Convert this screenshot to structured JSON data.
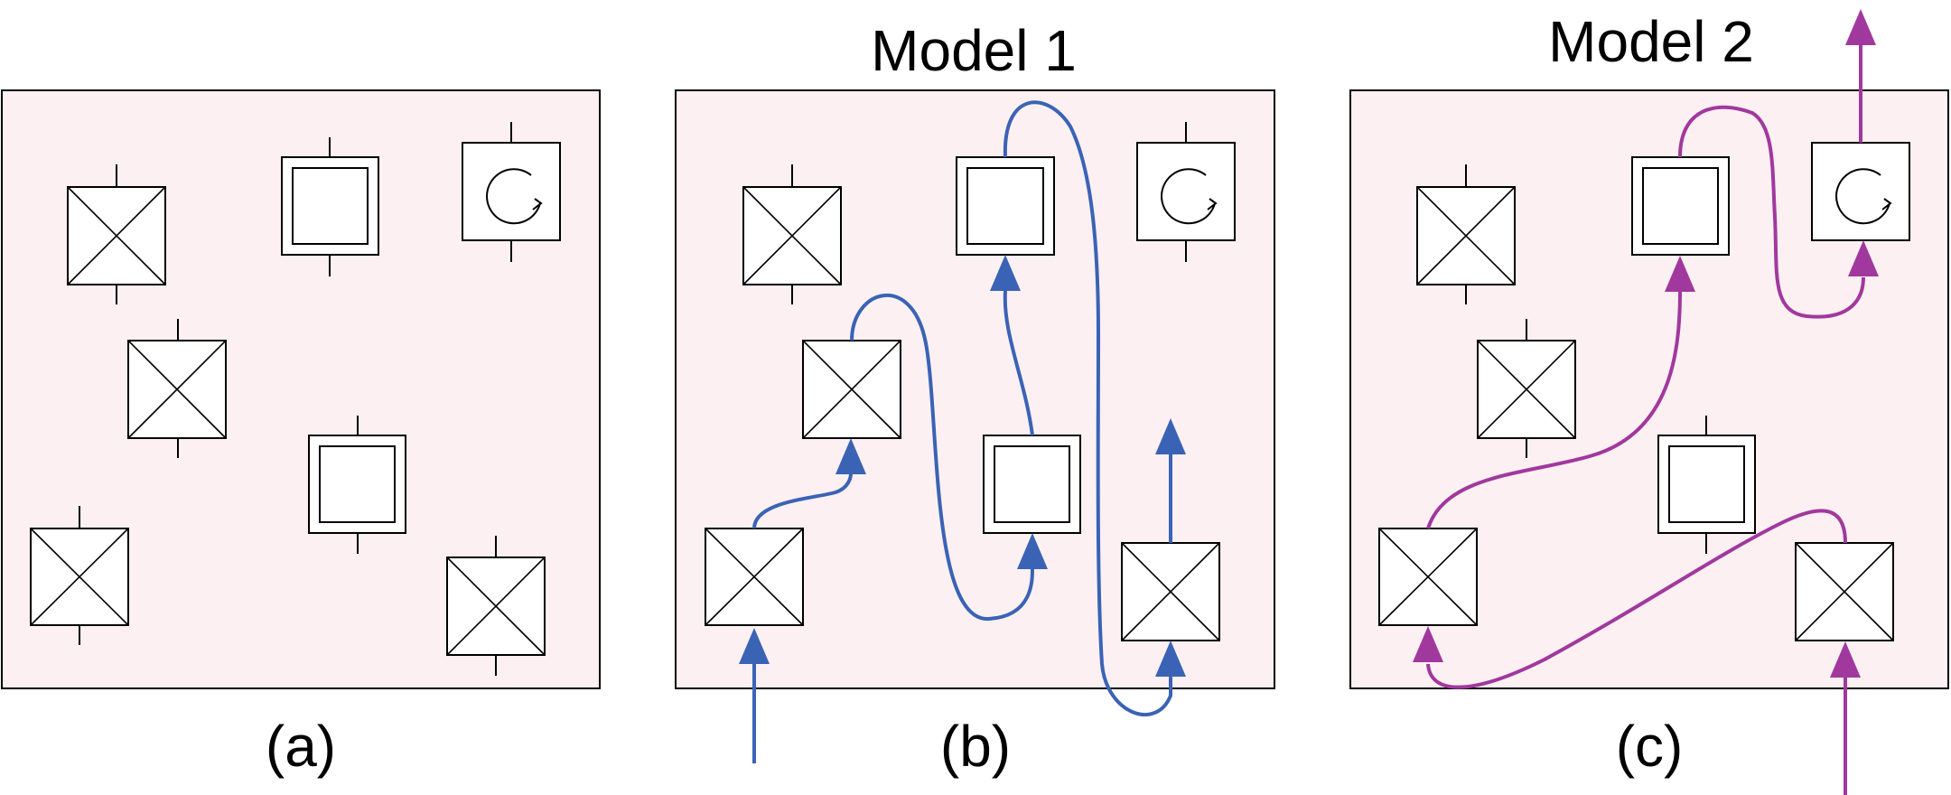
{
  "titles": {
    "model1": "Model 1",
    "model2": "Model 2"
  },
  "captions": {
    "a": "(a)",
    "b": "(b)",
    "c": "(c)"
  },
  "colors": {
    "panel": "#fcf0f2",
    "model1_path": "#3a63b5",
    "model2_path": "#a1389e"
  },
  "block_types": [
    "x-box",
    "square-box",
    "rotation-box"
  ]
}
